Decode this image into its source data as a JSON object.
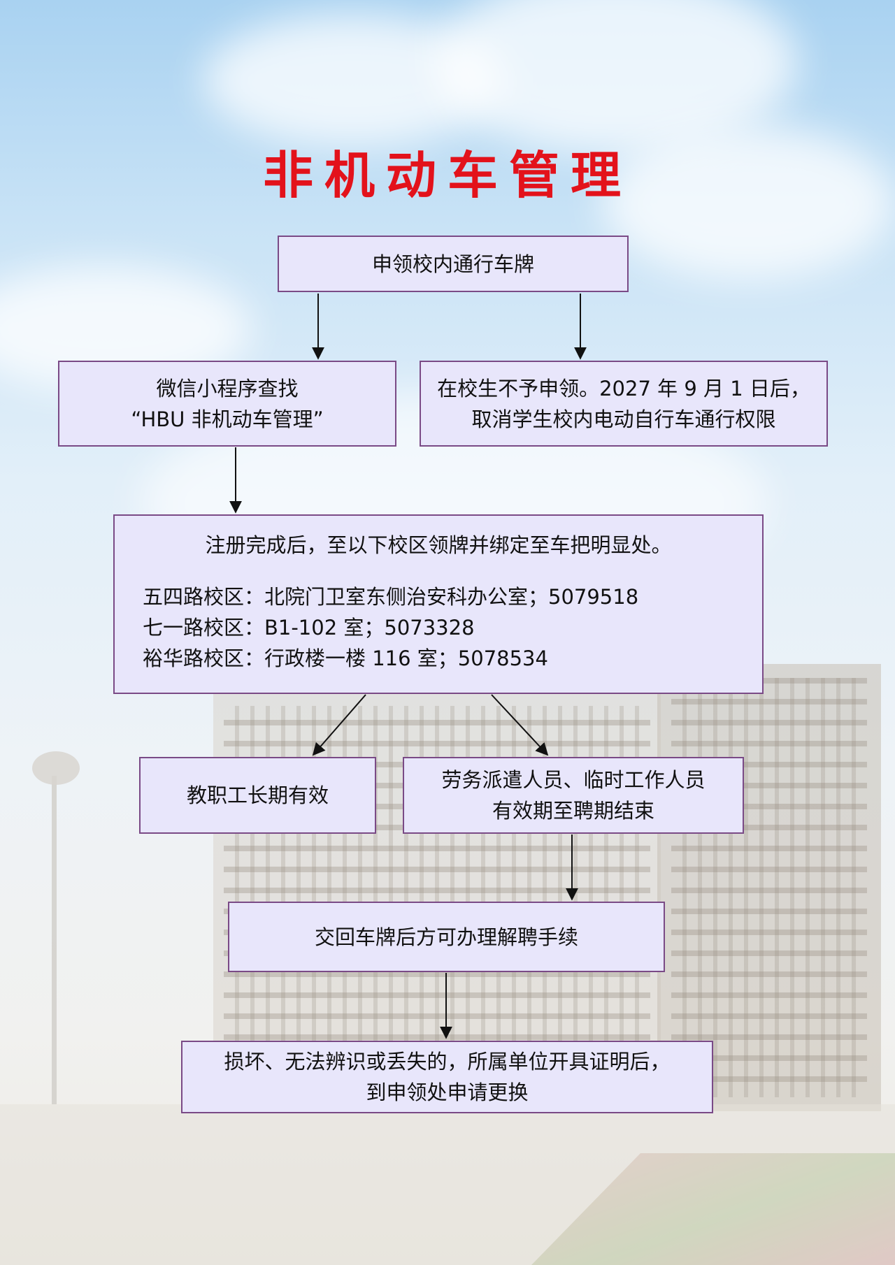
{
  "title": "非机动车管理",
  "nodes": {
    "apply": {
      "text": "申领校内通行车牌"
    },
    "wechat": {
      "lines": [
        "微信小程序查找",
        "“HBU 非机动车管理”"
      ]
    },
    "students": {
      "lines": [
        "在校生不予申领。2027 年 9 月 1 日后，",
        "取消学生校内电动自行车通行权限"
      ]
    },
    "register": {
      "intro": "注册完成后，至以下校区领牌并绑定至车把明显处。",
      "campuses": [
        "五四路校区：北院门卫室东侧治安科办公室；5079518",
        "七一路校区：B1-102 室；5073328",
        "裕华路校区：行政楼一楼 116 室；5078534"
      ]
    },
    "faculty": {
      "text": "教职工长期有效"
    },
    "contract": {
      "lines": [
        "劳务派遣人员、临时工作人员",
        "有效期至聘期结束"
      ]
    },
    "return_plate": {
      "text": "交回车牌后方可办理解聘手续"
    },
    "replace": {
      "lines": [
        "损坏、无法辨识或丢失的，所属单位开具证明后，",
        "到申领处申请更换"
      ]
    }
  },
  "colors": {
    "title": "#e3121b",
    "box_fill": "#e8e6fb",
    "box_border": "#7a4a86",
    "arrow": "#111111"
  }
}
